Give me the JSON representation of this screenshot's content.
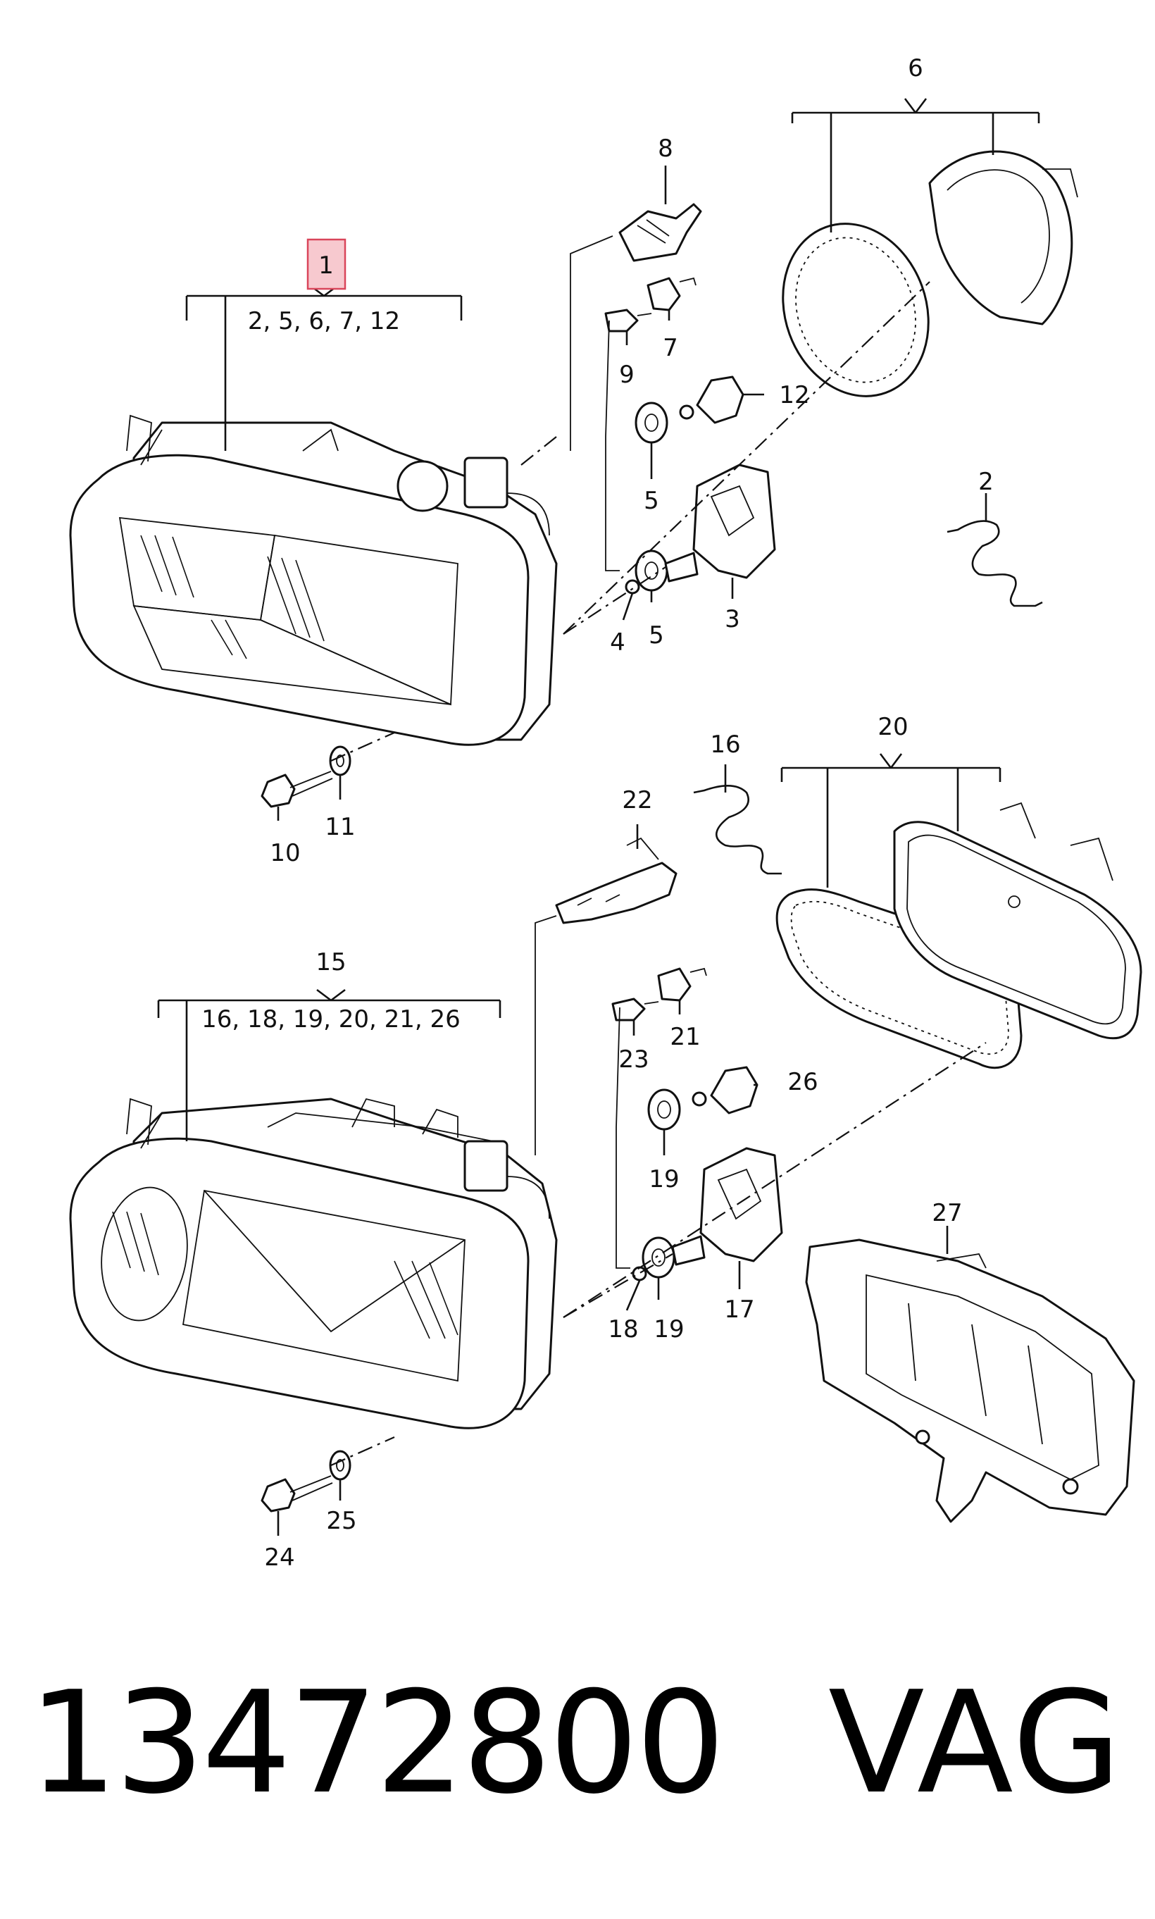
{
  "colors": {
    "ink": "#111111",
    "highlight_fill": "#f7c9cf",
    "highlight_stroke": "#d9455a"
  },
  "callouts": [
    {
      "id": "c1",
      "label": "1"
    },
    {
      "id": "c1-sub",
      "label": "2, 5, 6, 7, 12"
    },
    {
      "id": "c2",
      "label": "2"
    },
    {
      "id": "c3",
      "label": "3"
    },
    {
      "id": "c4",
      "label": "4"
    },
    {
      "id": "c5a",
      "label": "5"
    },
    {
      "id": "c5b",
      "label": "5"
    },
    {
      "id": "c6",
      "label": "6"
    },
    {
      "id": "c7",
      "label": "7"
    },
    {
      "id": "c8",
      "label": "8"
    },
    {
      "id": "c9",
      "label": "9"
    },
    {
      "id": "c10",
      "label": "10"
    },
    {
      "id": "c11",
      "label": "11"
    },
    {
      "id": "c12",
      "label": "12"
    },
    {
      "id": "c15",
      "label": "15"
    },
    {
      "id": "c15-sub",
      "label": "16, 18, 19, 20, 21, 26"
    },
    {
      "id": "c16",
      "label": "16"
    },
    {
      "id": "c17",
      "label": "17"
    },
    {
      "id": "c18",
      "label": "18"
    },
    {
      "id": "c19a",
      "label": "19"
    },
    {
      "id": "c19b",
      "label": "19"
    },
    {
      "id": "c20",
      "label": "20"
    },
    {
      "id": "c21",
      "label": "21"
    },
    {
      "id": "c22",
      "label": "22"
    },
    {
      "id": "c23",
      "label": "23"
    },
    {
      "id": "c24",
      "label": "24"
    },
    {
      "id": "c25",
      "label": "25"
    },
    {
      "id": "c26",
      "label": "26"
    },
    {
      "id": "c27",
      "label": "27"
    }
  ],
  "footer": {
    "part_number": "13472800",
    "brand": "VAG"
  }
}
